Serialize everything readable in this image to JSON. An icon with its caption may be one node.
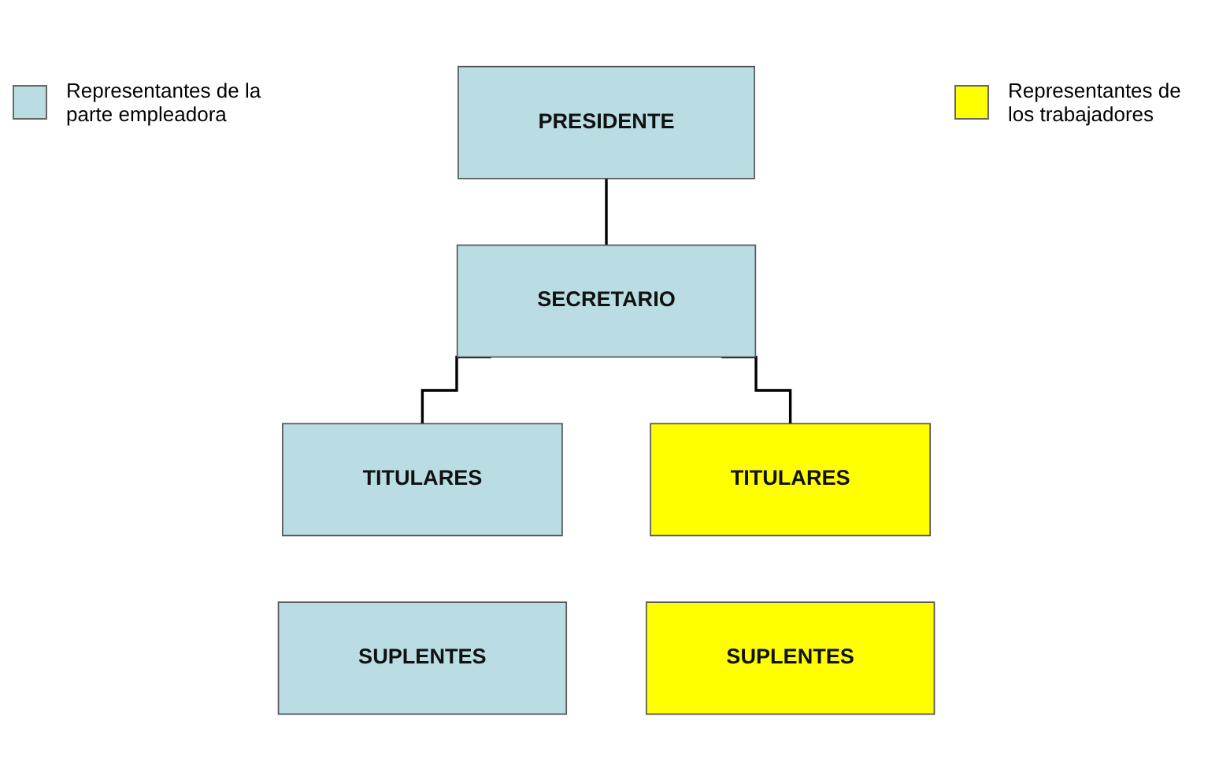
{
  "diagram": {
    "nodes": [
      {
        "text": [
          "PRESIDENTE"
        ]
      },
      {
        "text": [
          "SECRETARIO"
        ]
      },
      {
        "text": [
          "TITULARES"
        ]
      },
      {
        "text": [
          "SUPLENTES"
        ]
      },
      {
        "text": [
          "TITULARES"
        ]
      },
      {
        "text": [
          "SUPLENTES"
        ]
      }
    ],
    "edges": [
      {
        "from": 0,
        "to": 1,
        "arrow": "none"
      },
      {
        "from": 1,
        "to": 2,
        "arrow": "none"
      },
      {
        "from": 1,
        "to": 4,
        "arrow": "none"
      }
    ],
    "legend": [
      {
        "text": "Representantes de la parte empleadora",
        "color": "#b9dde2"
      },
      {
        "text": "Representantes de los trabajadores",
        "color": "#ffff00"
      }
    ]
  }
}
